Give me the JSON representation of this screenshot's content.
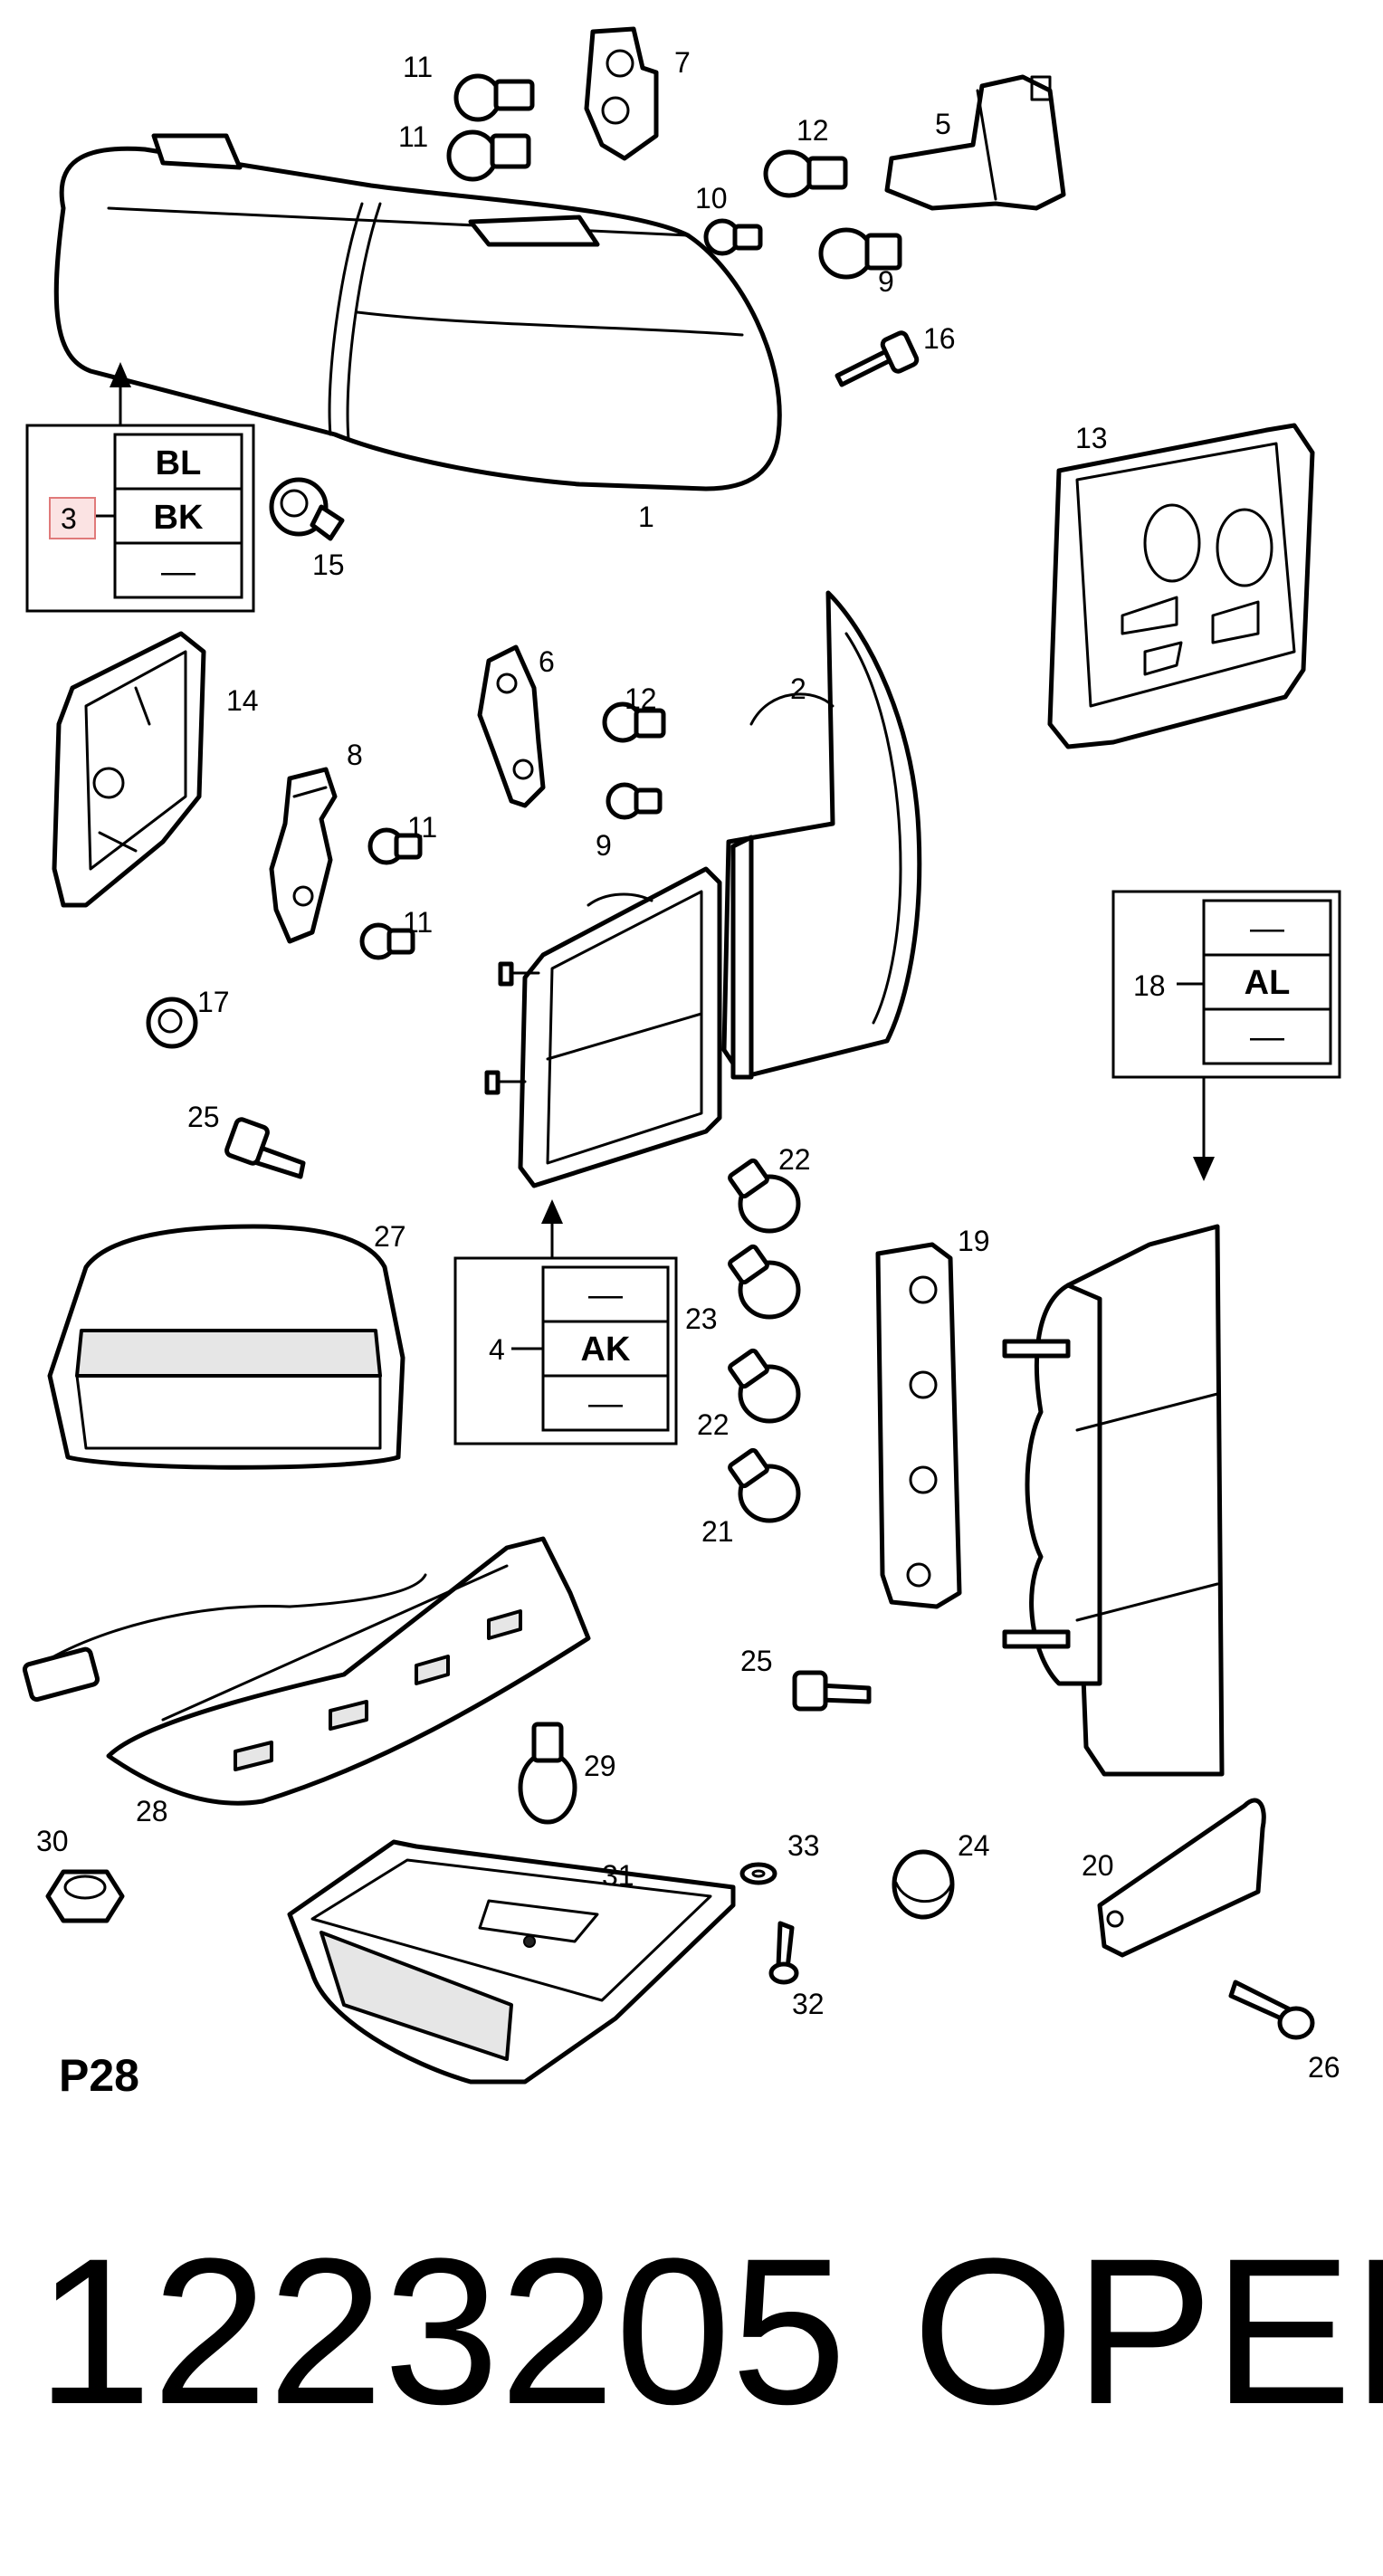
{
  "callouts": {
    "c1": "1",
    "c2": "2",
    "c3": "3",
    "c4": "4",
    "c5": "5",
    "c6": "6",
    "c7": "7",
    "c8": "8",
    "c9a": "9",
    "c9b": "9",
    "c10": "10",
    "c11a": "11",
    "c11b": "11",
    "c11c": "11",
    "c11d": "11",
    "c12a": "12",
    "c12b": "12",
    "c13": "13",
    "c14": "14",
    "c15": "15",
    "c16": "16",
    "c17": "17",
    "c18": "18",
    "c19": "19",
    "c20": "20",
    "c21": "21",
    "c22a": "22",
    "c22b": "22",
    "c23": "23",
    "c24": "24",
    "c25a": "25",
    "c25b": "25",
    "c26": "26",
    "c27": "27",
    "c28": "28",
    "c29": "29",
    "c30": "30",
    "c31": "31",
    "c32": "32",
    "c33": "33"
  },
  "variant_boxes": {
    "box3": [
      "BL",
      "BK",
      "—"
    ],
    "box4": [
      "—",
      "AK",
      "—"
    ],
    "box18": [
      "—",
      "AL",
      "—"
    ]
  },
  "page_code": "P28",
  "footer": {
    "part_number": "1223205",
    "brand": "OPEL"
  },
  "colors": {
    "line": "#000000",
    "highlight_box": "#e8a0a0"
  }
}
